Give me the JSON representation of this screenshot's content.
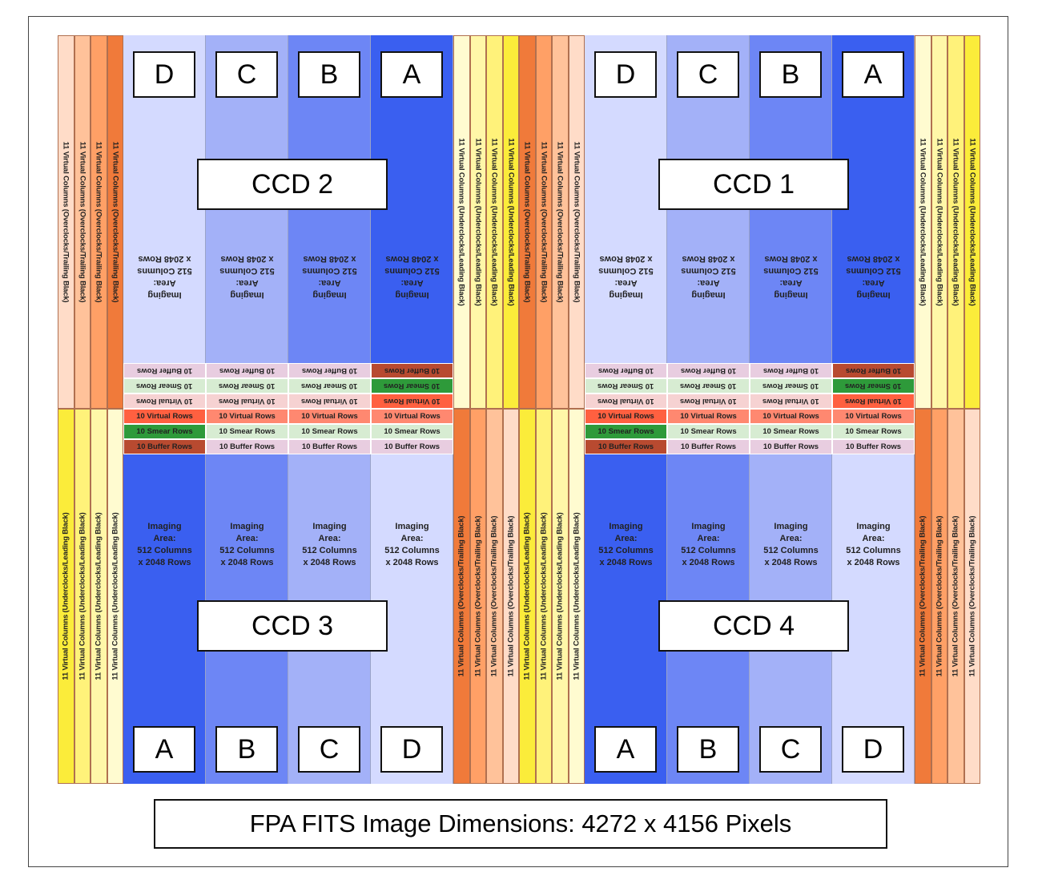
{
  "caption": "FPA FITS Image Dimensions:  4272 x 4156 Pixels",
  "labels": {
    "virtual_under_leading": "11 Virtual Columns (Underclocks/Leading Black)",
    "virtual_over_trailing": "11 Virtual Columns (Overclocks/Trailing Black)",
    "virtual_rows": "10 Virtual Rows",
    "smear_rows": "10 Smear Rows",
    "buffer_rows": "10 Buffer Rows",
    "imaging_line1": "Imaging",
    "imaging_line2": "Area:",
    "imaging_line3": "512 Columns",
    "imaging_line4": "x 2048 Rows"
  },
  "ccds": [
    {
      "name": "CCD 2",
      "position": "top-left",
      "orientation": "inverted",
      "outputs": [
        "D",
        "C",
        "B",
        "A"
      ]
    },
    {
      "name": "CCD 1",
      "position": "top-right",
      "orientation": "inverted",
      "outputs": [
        "D",
        "C",
        "B",
        "A"
      ]
    },
    {
      "name": "CCD 3",
      "position": "bottom-left",
      "orientation": "upright",
      "outputs": [
        "A",
        "B",
        "C",
        "D"
      ]
    },
    {
      "name": "CCD 4",
      "position": "bottom-right",
      "orientation": "upright",
      "outputs": [
        "A",
        "B",
        "C",
        "D"
      ]
    }
  ],
  "colors": {
    "output_A": "#3a5ff0",
    "output_B": "#6d86f5",
    "output_C": "#a3b1f8",
    "output_D": "#d4daff",
    "under_1": "#ffdcc8",
    "under_2": "#ffc29a",
    "under_3": "#ffa066",
    "under_4": "#f07a3a",
    "over_1": "#fffbd0",
    "over_2": "#fff7a8",
    "over_3": "#fff27a",
    "over_4": "#fbec3a",
    "strip_pale_virtual": "#f6d2d2",
    "strip_pale_smear": "#d7ecd2",
    "strip_pale_buffer": "#e8cde0",
    "strip_strong_virtual": "#ff6040",
    "strip_strong_smear": "#2e9a3a",
    "strip_strong_buffer": "#b84a30"
  }
}
